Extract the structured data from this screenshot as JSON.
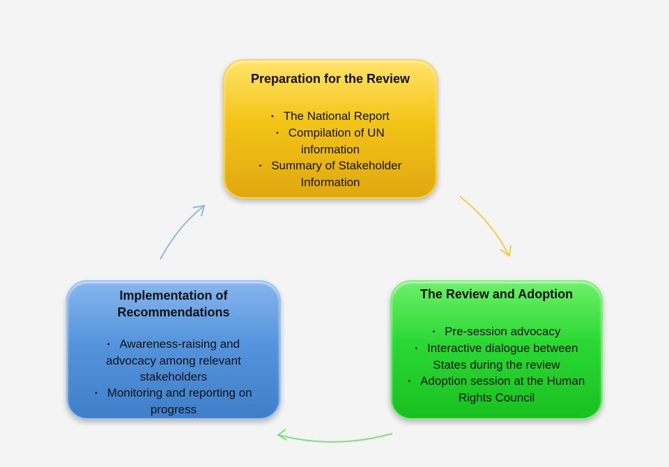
{
  "stages": {
    "preparation": {
      "title": "Preparation for the Review",
      "items": [
        "The National Report",
        "Compilation of UN information",
        "Summary of Stakeholder Information"
      ],
      "color": "#f3c417"
    },
    "review": {
      "title": "The Review and Adoption",
      "items": [
        "Pre-session advocacy",
        "Interactive dialogue between States during the review",
        "Adoption session at the Human Rights Council"
      ],
      "color": "#2ad833"
    },
    "implementation": {
      "title": "Implementation of Recommendations",
      "items": [
        "Awareness-raising and advocacy among relevant stakeholders",
        "Monitoring and reporting on progress"
      ],
      "color": "#5594dc"
    }
  },
  "arrows": {
    "preparation_to_review": {
      "color": "#f3c94a"
    },
    "review_to_implementation": {
      "color": "#7ee07a"
    },
    "implementation_to_preparation": {
      "color": "#8fb6e0"
    }
  }
}
